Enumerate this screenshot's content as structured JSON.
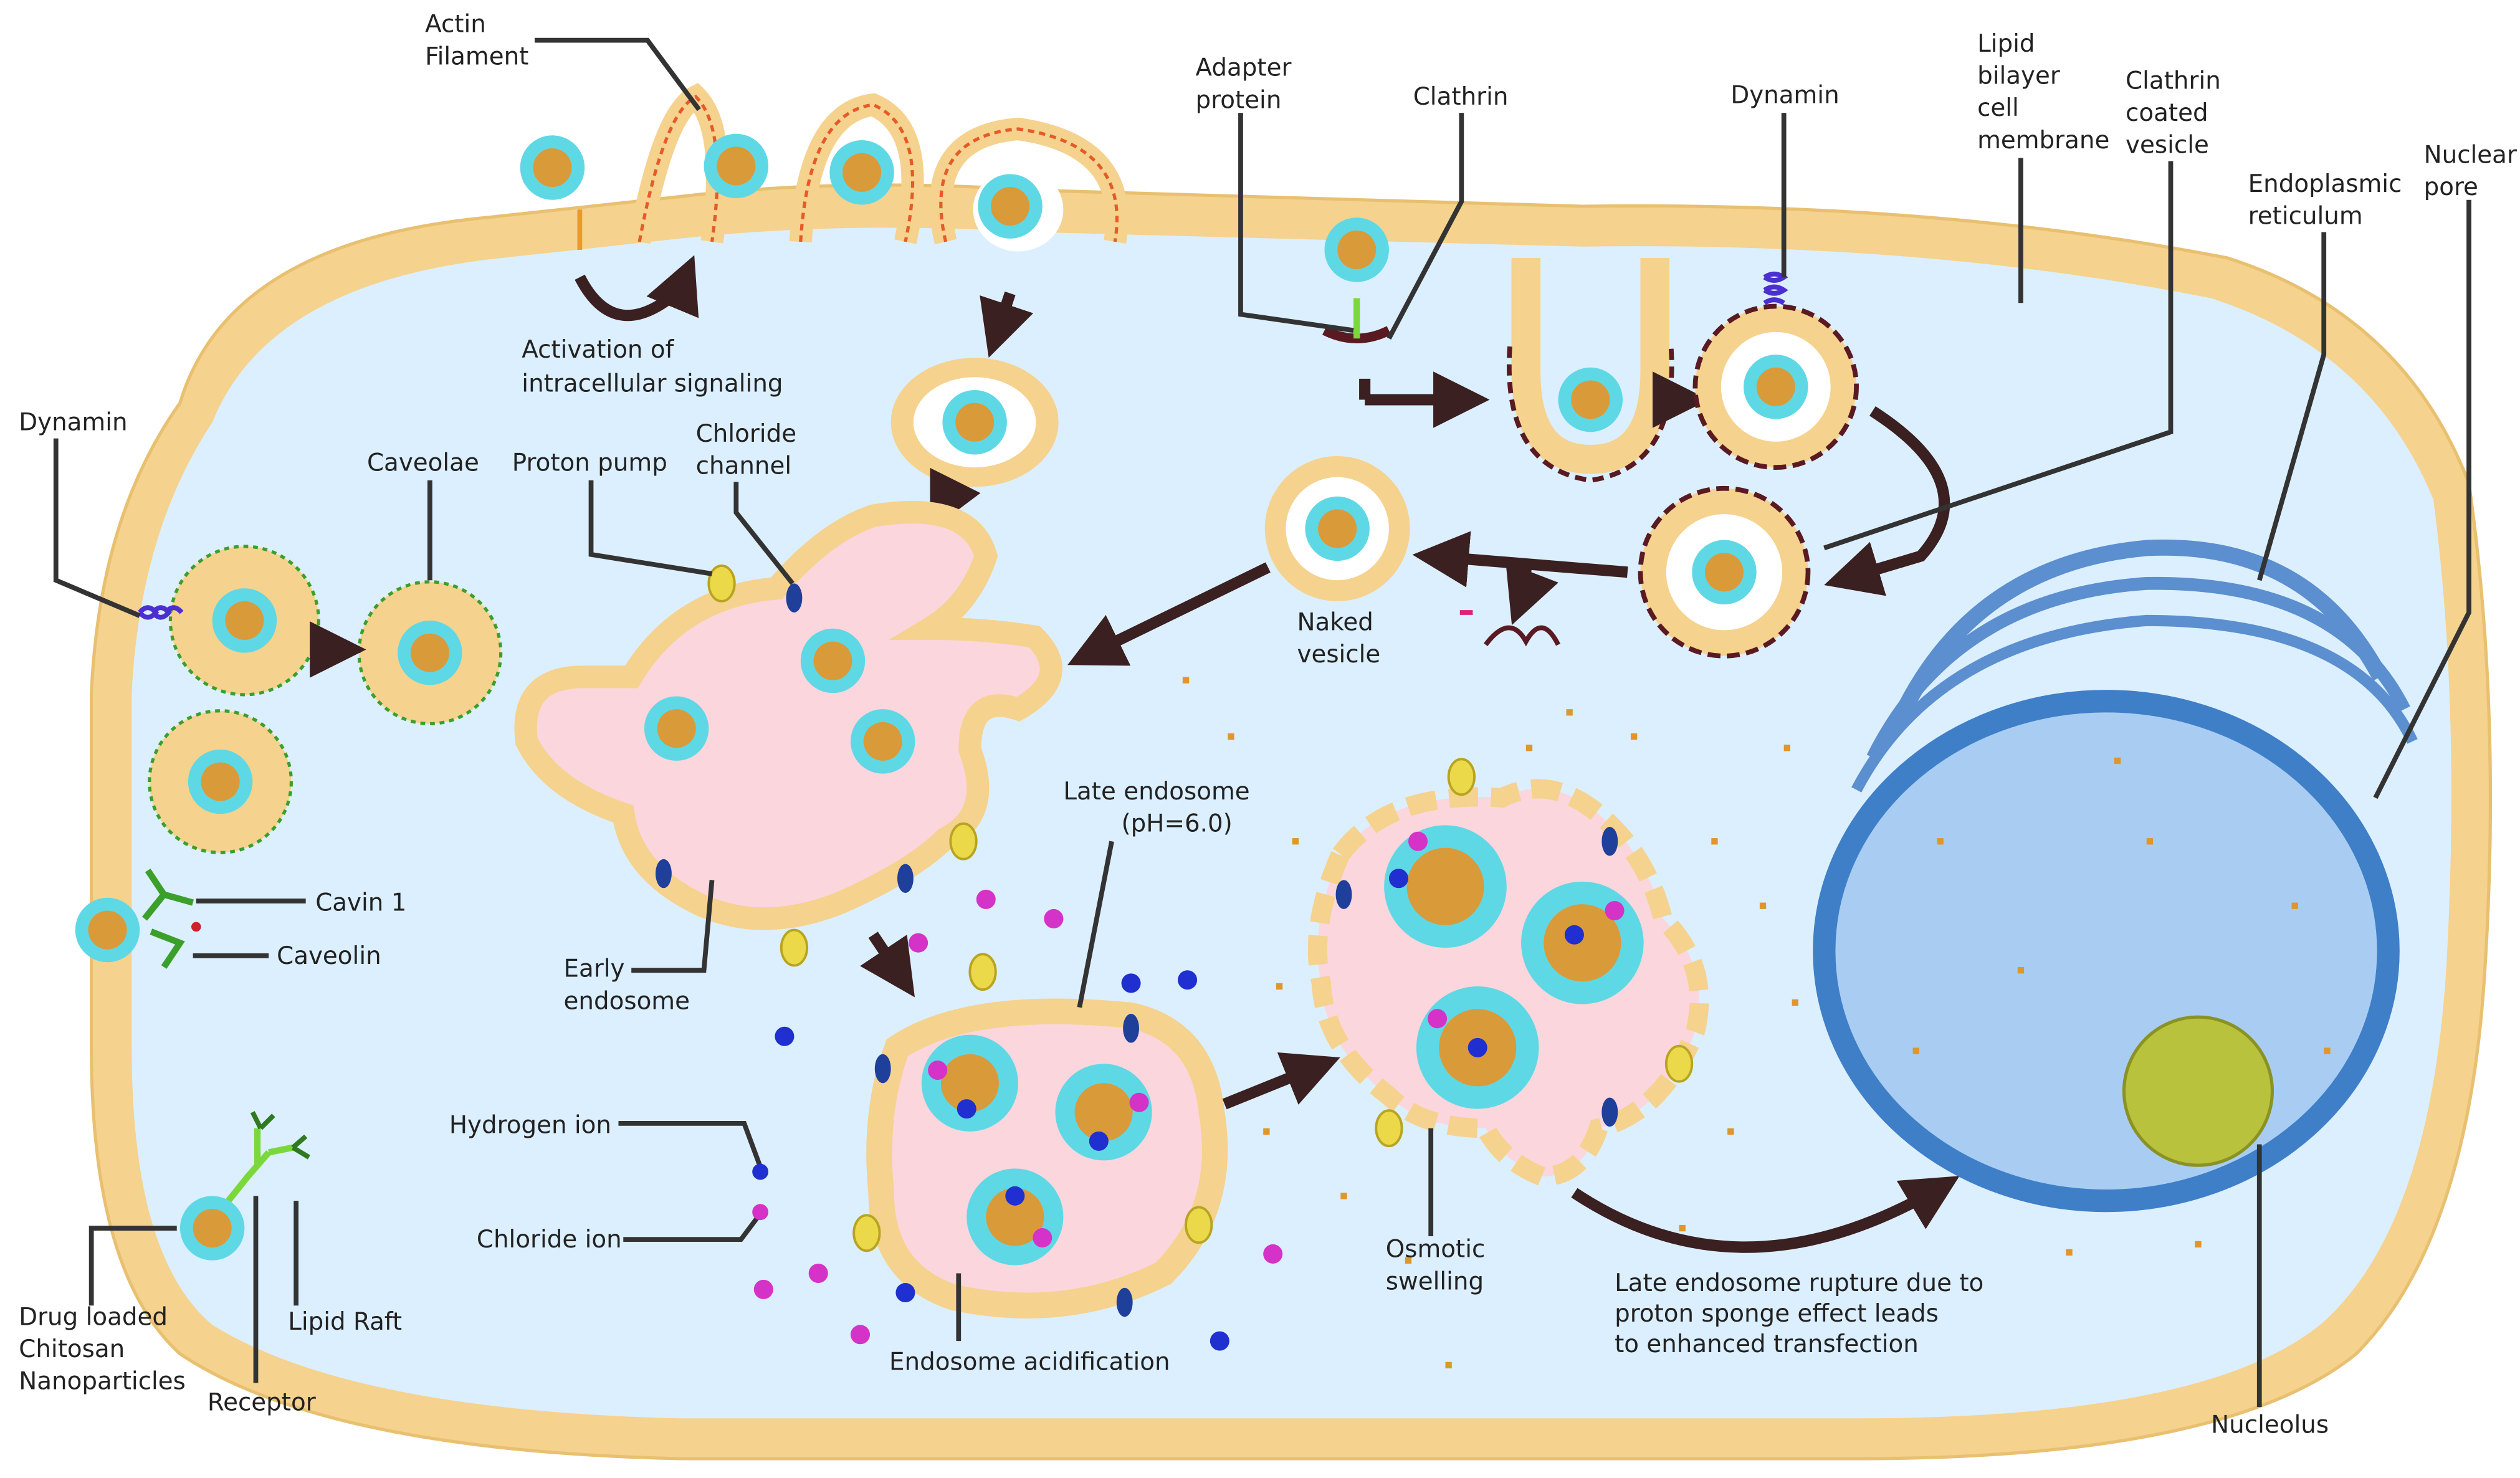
{
  "labels": {
    "actin_filament": [
      "Actin",
      "Filament"
    ],
    "activation_signaling": [
      "Activation of",
      "intracellular signaling"
    ],
    "adapter_protein": [
      "Adapter",
      "protein"
    ],
    "clathrin": "Clathrin",
    "dynamin_top": "Dynamin",
    "lipid_bilayer": [
      "Lipid",
      "bilayer",
      "cell",
      "membrane"
    ],
    "clathrin_coated_vesicle": [
      "Clathrin",
      "coated",
      "vesicle"
    ],
    "endoplasmic_reticulum": [
      "Endoplasmic",
      "reticulum"
    ],
    "nuclear_pore": [
      "Nuclear",
      "pore"
    ],
    "dynamin_left": "Dynamin",
    "caveolae": "Caveolae",
    "proton_pump": "Proton pump",
    "chloride_channel": [
      "Chloride",
      "channel"
    ],
    "naked_vesicle": [
      "Naked",
      "vesicle"
    ],
    "cavin": "Cavin 1",
    "caveolin": "Caveolin",
    "early_endosome": [
      "Early",
      "endosome"
    ],
    "late_endosome": [
      "Late endosome",
      "(pH=6.0)"
    ],
    "hydrogen_ion": "Hydrogen ion",
    "chloride_ion": "Chloride ion",
    "osmotic_swelling": [
      "Osmotic",
      "swelling"
    ],
    "rupture_text": [
      "Late endosome rupture due to",
      "proton sponge effect leads",
      "to enhanced transfection"
    ],
    "endosome_acidification": "Endosome acidification",
    "drug_loaded": [
      "Drug loaded",
      "Chitosan",
      "Nanoparticles"
    ],
    "receptor": "Receptor",
    "lipid_raft": "Lipid Raft",
    "nucleolus": "Nucleolus"
  },
  "colors": {
    "membrane": "#f5d28e",
    "cytoplasm": "#dcefff",
    "endosome": "#fbd6dc",
    "nanoparticle_shell": "#5fd8e6",
    "nanoparticle_core": "#d99a3a",
    "nucleus": "#a9cdf2",
    "nucleus_border": "#3f7fc8",
    "er": "#5b8fcf",
    "nucleolus": "#b9c23c",
    "hydrogen_ion": "#1f2fd0",
    "chloride_ion": "#d532c8",
    "proton_pump": "#ecd94a",
    "clathrin_coat": "#5a1a22",
    "caveolin": "#7bd83a",
    "dynamin": "#4b2fd0",
    "actin": "#e65a2a"
  }
}
